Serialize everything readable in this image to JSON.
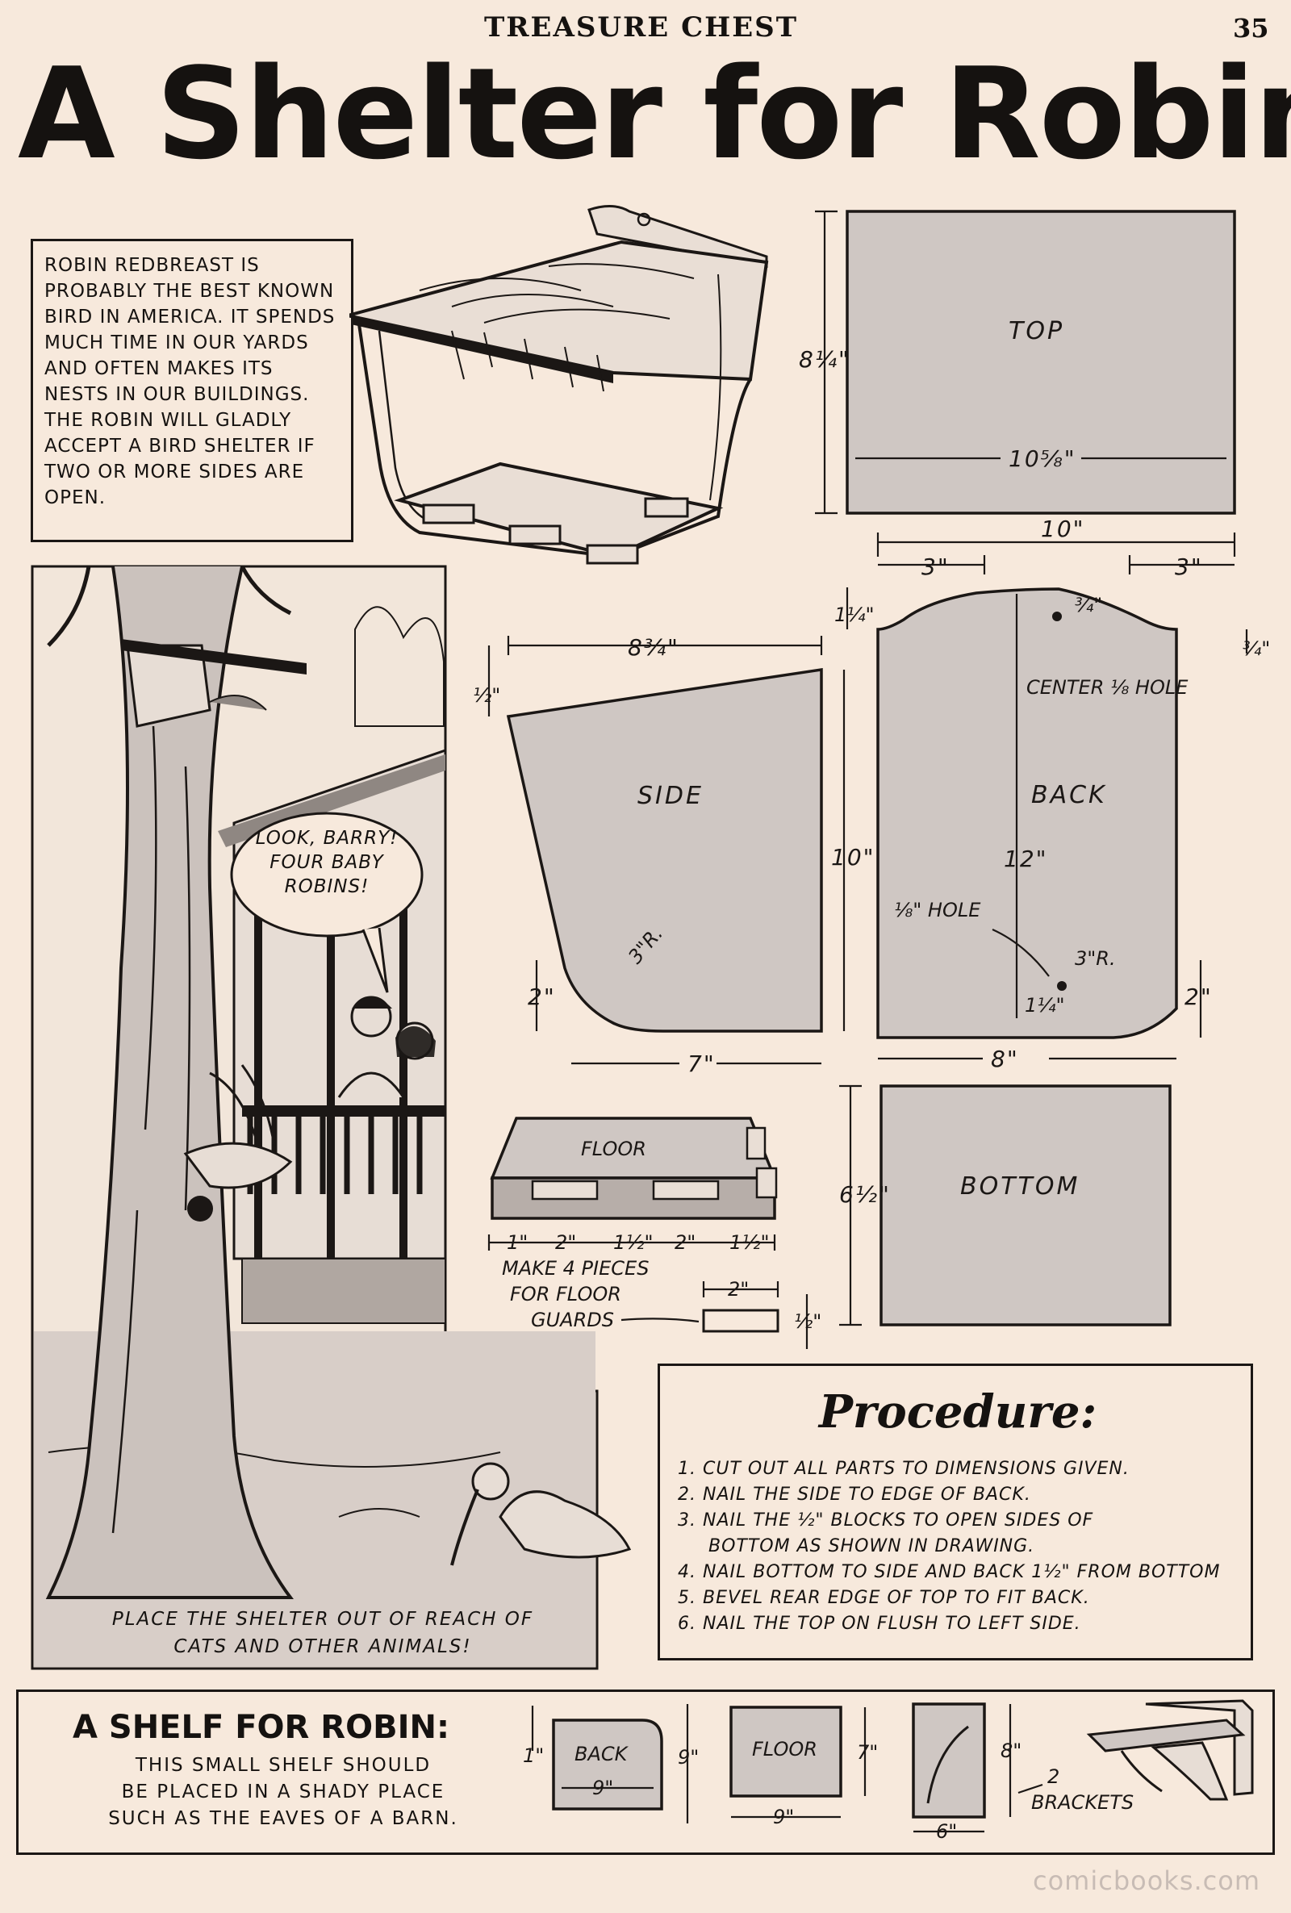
{
  "header": {
    "magazine": "TREASURE CHEST",
    "page_number": "35",
    "title": "A Shelter for Robin"
  },
  "intro": {
    "text": "Robin redbreast is probably the best known bird in America. It spends much time in our yards and often makes its nests in our buildings. The robin will gladly accept a bird shelter if two or more sides are open."
  },
  "bubble": {
    "line1": "LOOK, BARRY!",
    "line2": "FOUR BABY",
    "line3": "ROBINS!"
  },
  "scene_caption": {
    "line1": "PLACE THE SHELTER OUT OF REACH OF",
    "line2": "CATS AND OTHER ANIMALS!"
  },
  "parts": {
    "top": {
      "label": "TOP",
      "height": "8¼\"",
      "width": "10⅝\""
    },
    "back": {
      "label": "BACK",
      "width_total": "10\"",
      "width_left": "3\"",
      "width_right": "3\"",
      "top_left_drop": "1¼\"",
      "top_right_drop": "¾\"",
      "hole_offset_top": "¾\"",
      "top_hole": "CENTER ⅛ HOLE",
      "height": "12\"",
      "bottom_hole": "⅛\" HOLE",
      "radius": "3\"R.",
      "hole_offset_bottom": "1¼\"",
      "bottom_corner": "2\"",
      "bottom_width": "8\""
    },
    "side": {
      "label": "SIDE",
      "top_width": "8¾\"",
      "slope": "½\"",
      "height": "10\"",
      "radius": "3\"R.",
      "corner": "2\"",
      "bottom_width": "7\""
    },
    "bottom": {
      "label": "BOTTOM",
      "height": "6½\""
    },
    "floor": {
      "label": "FLOOR",
      "spacing": [
        "1\"",
        "2\"",
        "1½\"",
        "2\"",
        "1½\""
      ],
      "guards_note": [
        "MAKE 4 PIECES",
        "FOR FLOOR",
        "GUARDS"
      ],
      "guard_length": "2\"",
      "guard_height": "½\""
    }
  },
  "procedure": {
    "heading": "Procedure:",
    "steps": [
      "1. CUT OUT ALL PARTS TO DIMENSIONS GIVEN.",
      "2. NAIL THE SIDE TO EDGE OF BACK.",
      "3. NAIL THE ½\" BLOCKS TO OPEN SIDES OF",
      "BOTTOM AS SHOWN IN DRAWING.",
      "4. NAIL BOTTOM TO SIDE AND BACK 1½\" FROM BOTTOM",
      "5. BEVEL REAR EDGE OF TOP TO FIT BACK.",
      "6. NAIL THE TOP ON FLUSH TO LEFT SIDE."
    ]
  },
  "shelf": {
    "title": "A SHELF FOR ROBIN:",
    "description": [
      "THIS SMALL SHELF SHOULD",
      "BE PLACED IN A SHADY PLACE",
      "SUCH AS THE EAVES OF A BARN."
    ],
    "back": {
      "label": "BACK",
      "top": "1\"",
      "width": "9\"",
      "height": "9\""
    },
    "floor": {
      "label": "FLOOR",
      "height": "7\"",
      "width": "9\""
    },
    "brackets": {
      "height": "8\"",
      "width": "6\"",
      "count": "2",
      "label": "BRACKETS"
    }
  },
  "watermark": "comicbooks.com",
  "colors": {
    "paper": "#f7e9dc",
    "ink": "#1b1715",
    "plate": "#cfc7c3"
  }
}
